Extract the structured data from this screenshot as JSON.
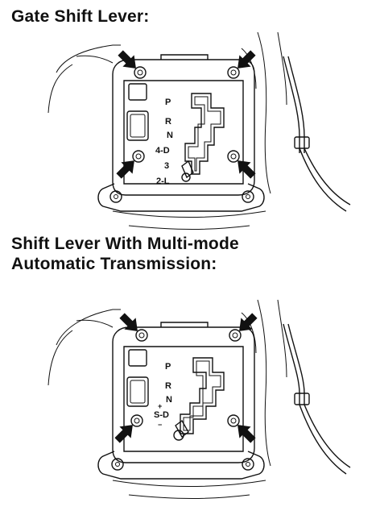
{
  "headings": {
    "gate": "Gate Shift Lever:",
    "multimode_line1": "Shift Lever With Multi-mode",
    "multimode_line2": "Automatic Transmission:"
  },
  "figure1": {
    "positions": [
      "P",
      "R",
      "N",
      "4-D",
      "3",
      "2-L"
    ]
  },
  "figure2": {
    "positions": [
      "P",
      "R",
      "N",
      "+",
      "S-D",
      "−"
    ]
  }
}
